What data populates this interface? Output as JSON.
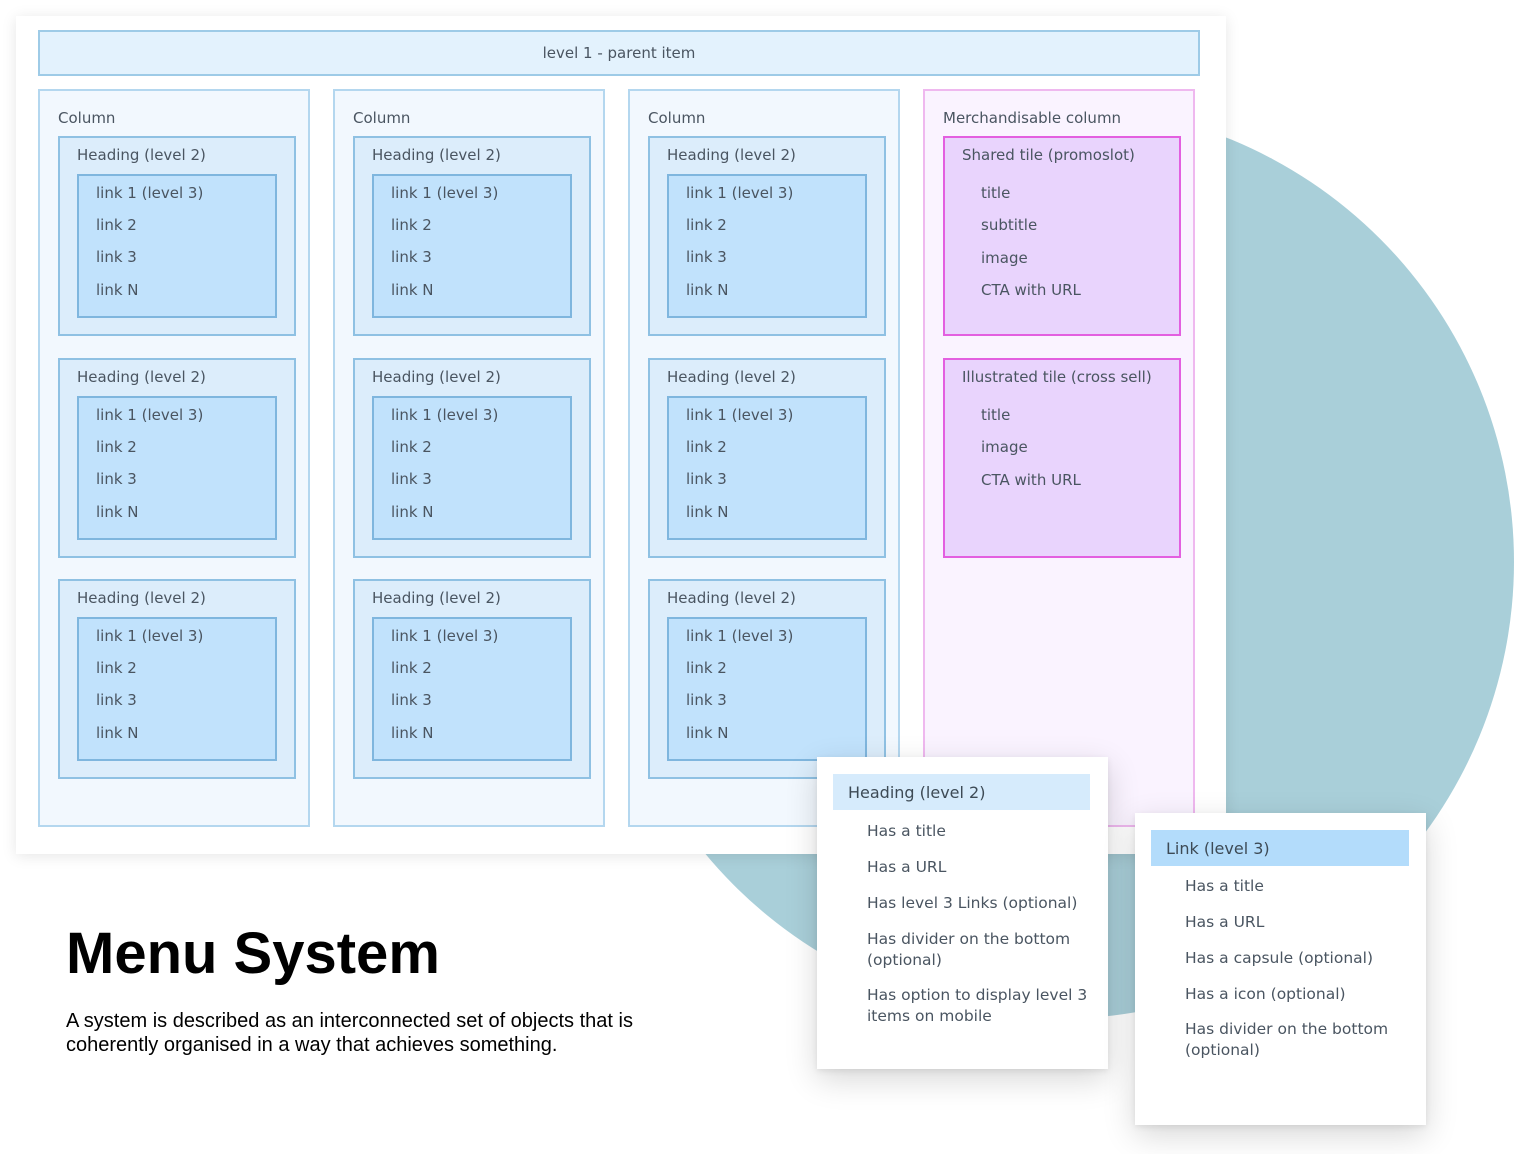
{
  "parent_item": "level 1 - parent item",
  "columns": [
    {
      "label": "Column",
      "groups": [
        {
          "heading": "Heading (level 2)",
          "links": [
            "link 1 (level 3)",
            "link 2",
            "link 3",
            "link N"
          ]
        },
        {
          "heading": "Heading (level 2)",
          "links": [
            "link 1 (level 3)",
            "link 2",
            "link 3",
            "link N"
          ]
        },
        {
          "heading": "Heading (level 2)",
          "links": [
            "link 1 (level 3)",
            "link 2",
            "link 3",
            "link N"
          ]
        }
      ]
    },
    {
      "label": "Column",
      "groups": [
        {
          "heading": "Heading (level 2)",
          "links": [
            "link 1 (level 3)",
            "link 2",
            "link 3",
            "link N"
          ]
        },
        {
          "heading": "Heading (level 2)",
          "links": [
            "link 1 (level 3)",
            "link 2",
            "link 3",
            "link N"
          ]
        },
        {
          "heading": "Heading (level 2)",
          "links": [
            "link 1 (level 3)",
            "link 2",
            "link 3",
            "link N"
          ]
        }
      ]
    },
    {
      "label": "Column",
      "groups": [
        {
          "heading": "Heading (level 2)",
          "links": [
            "link 1 (level 3)",
            "link 2",
            "link 3",
            "link N"
          ]
        },
        {
          "heading": "Heading (level 2)",
          "links": [
            "link 1 (level 3)",
            "link 2",
            "link 3",
            "link N"
          ]
        },
        {
          "heading": "Heading (level 2)",
          "links": [
            "link 1 (level 3)",
            "link 2",
            "link 3",
            "link N"
          ]
        }
      ]
    }
  ],
  "merch_column": {
    "label": "Merchandisable column",
    "tiles": [
      {
        "title": "Shared tile (promoslot)",
        "items": [
          "title",
          "subtitle",
          "image",
          "CTA with URL"
        ]
      },
      {
        "title": "Illustrated tile (cross sell)",
        "items": [
          "title",
          "image",
          "CTA with URL"
        ]
      }
    ]
  },
  "heading_panel": {
    "title": "Heading (level 2)",
    "items": [
      "Has a title",
      "Has a URL",
      "Has level 3 Links (optional)",
      "Has divider on the bottom (optional)",
      "Has option to display level 3 items on mobile"
    ]
  },
  "link_panel": {
    "title": "Link (level 3)",
    "items": [
      "Has a title",
      "Has a URL",
      "Has a capsule (optional)",
      "Has a icon (optional)",
      "Has divider on the bottom (optional)"
    ]
  },
  "footer": {
    "title": "Menu System",
    "description": "A system is described as an interconnected set of objects that is coherently organised in a way that achieves something."
  },
  "colors": {
    "backdrop_circle": "#a9cfd9",
    "column_fill": "#f2f8fe",
    "heading_fill": "#dcedfb",
    "links_fill": "#c1e2fc",
    "tile_fill": "#e9d4fd",
    "tile_border": "#e35fe0",
    "link_panel_title_fill": "#b3dcfb"
  }
}
